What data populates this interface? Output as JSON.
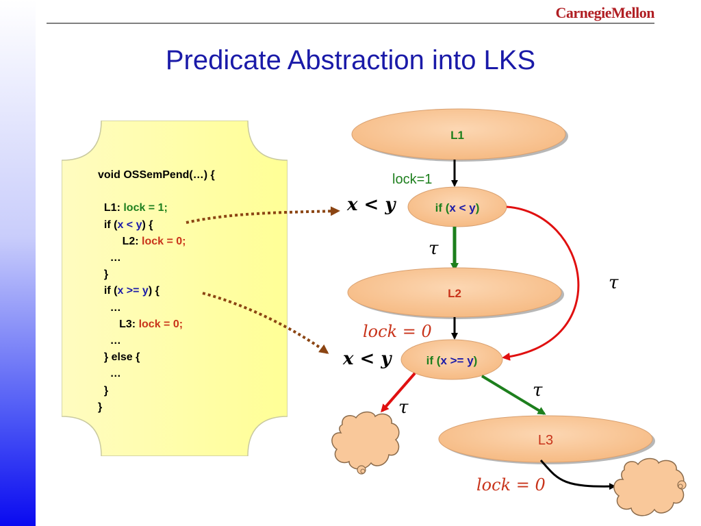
{
  "header": {
    "logo": "CarnegieMellon",
    "title": "Predicate Abstraction into LKS"
  },
  "code": {
    "line1": "void OSSemPend(…) {",
    "l1_label": "L1:",
    "l1_stmt": "lock = 1;",
    "if1_kw": "if (",
    "if1_cond": "x < y",
    "if1_end": ") {",
    "l2_label": "L2:",
    "l2_stmt": "lock = 0;",
    "dots1": "…",
    "close1": "}",
    "if2_kw": "if (",
    "if2_cond": "x >= y",
    "if2_end": ") {",
    "dots2": "…",
    "l3_label": "L3:",
    "l3_stmt": "lock = 0;",
    "dots3": "…",
    "else": "} else {",
    "dots4": "…",
    "close2": "}",
    "close3": "}"
  },
  "diagram": {
    "nodes": {
      "L1": "L1",
      "if1_prefix": "if (",
      "if1_cond": "x < y",
      "if1_suffix": ")",
      "L2": "L2",
      "if2_prefix": "if (",
      "if2_cond": "x >= y",
      "if2_suffix": ")",
      "L3": "L3"
    },
    "labels": {
      "lock1": "lock=1",
      "pred1": "x < y",
      "pred2": "x < y",
      "tau": "τ",
      "lock0_a": "lock = 0",
      "lock0_b": "lock = 0"
    },
    "colors": {
      "node_fill": "#f9c89a",
      "scroll_fill": "#ffff9a",
      "title": "#1a1aa8",
      "green": "#1d7f1d",
      "red": "#e01010",
      "blue": "#1a1aa8",
      "dotted_arrow": "#8b4513"
    }
  }
}
